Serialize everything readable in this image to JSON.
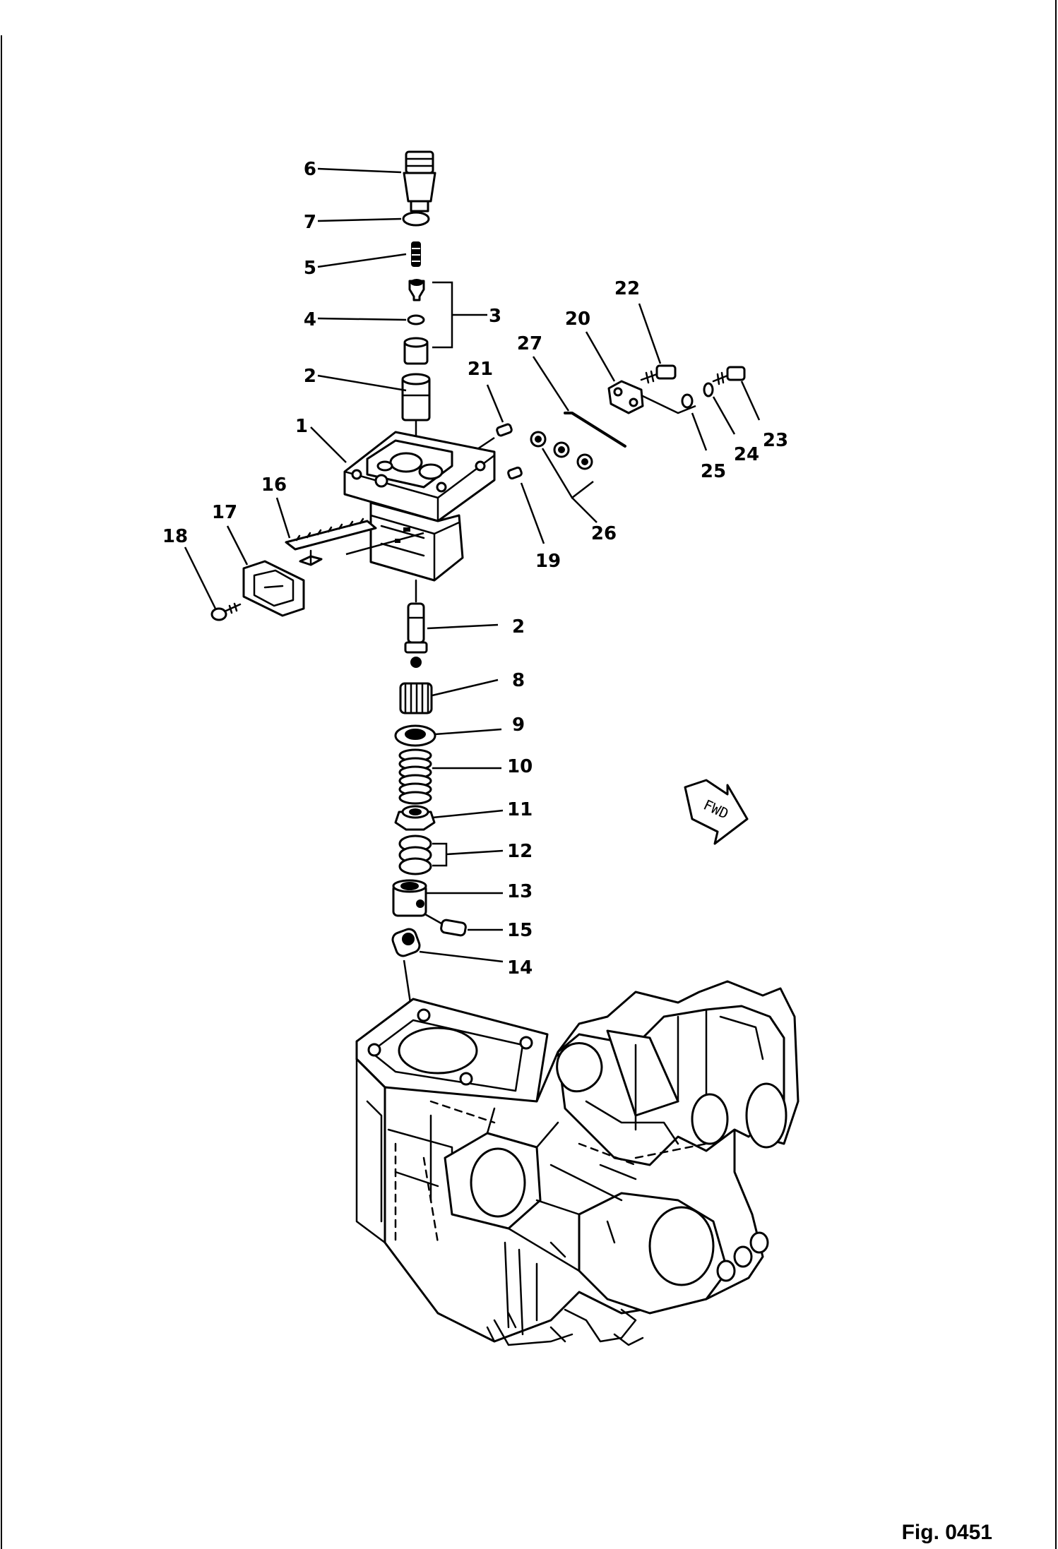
{
  "figure": {
    "label": "Fig. 0451",
    "direction_marker": "FWD"
  },
  "callouts": [
    "1",
    "2",
    "3",
    "4",
    "5",
    "6",
    "7",
    "8",
    "9",
    "10",
    "11",
    "12",
    "13",
    "14",
    "15",
    "16",
    "17",
    "18",
    "19",
    "20",
    "21",
    "22",
    "23",
    "24",
    "25",
    "26",
    "27"
  ],
  "callout_lower_2": "2"
}
